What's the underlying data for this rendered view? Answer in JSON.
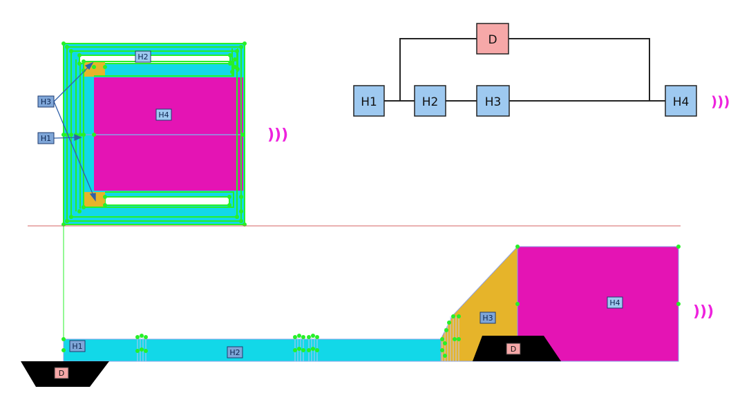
{
  "plan_labels": {
    "h1": "H1",
    "h2": "H2",
    "h3": "H3",
    "h4": "H4",
    "speaker": ")))"
  },
  "schematic": {
    "d": "D",
    "h1": "H1",
    "h2": "H2",
    "h3": "H3",
    "h4": "H4",
    "speaker": ")))"
  },
  "section_labels": {
    "h1": "H1",
    "h2": "H2",
    "h3": "H3",
    "h4": "H4",
    "d_left": "D",
    "d_right": "D",
    "speaker": ")))"
  },
  "colors": {
    "cyan": "#12d8e8",
    "magenta": "#e414b4",
    "ochre": "#e6b42a",
    "green": "#27f028",
    "box_blue": "#9ec9f0",
    "box_pink": "#f6a8a8",
    "red_line": "#d46060"
  },
  "icons": [
    "speaker-waves-icon"
  ]
}
